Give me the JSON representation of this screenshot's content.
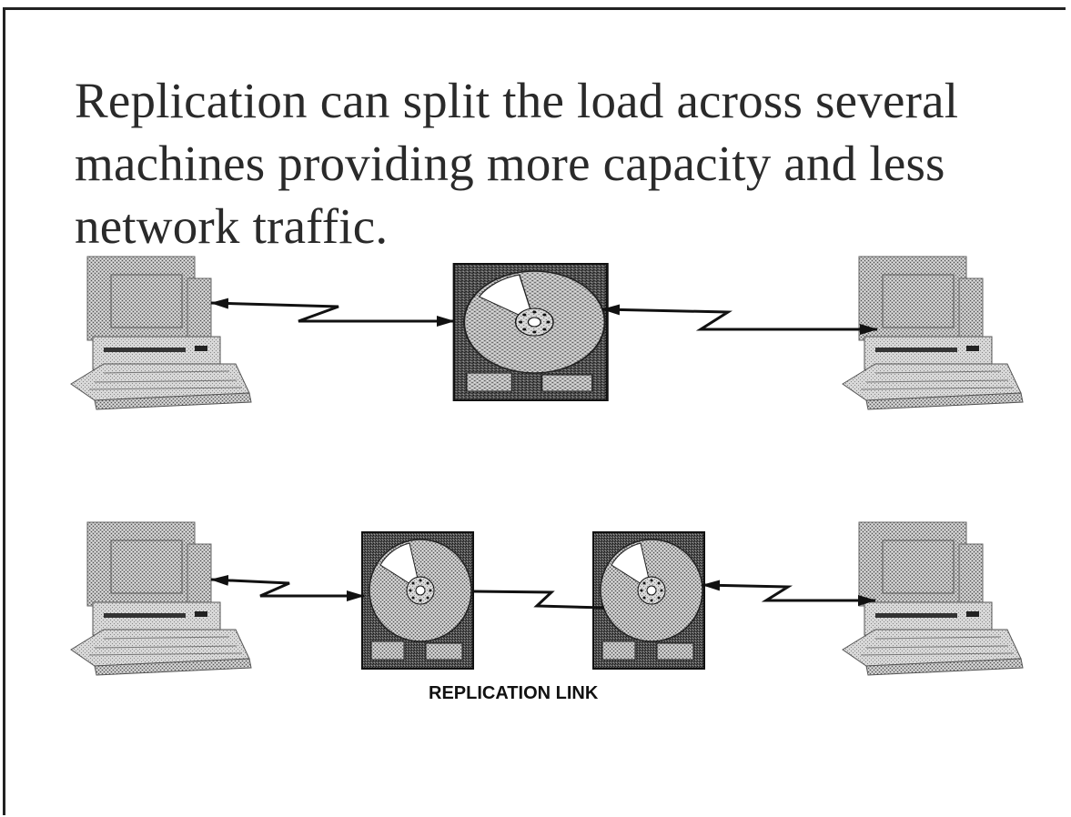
{
  "slide": {
    "title_lines": [
      "Replication can split the load across several",
      "machines providing more capacity and less",
      "network traffic."
    ],
    "replication_link_label": "REPLICATION LINK"
  },
  "icons": {
    "computer": "desktop-computer-icon",
    "disk": "hard-disk-icon",
    "link": "zigzag-network-link"
  }
}
